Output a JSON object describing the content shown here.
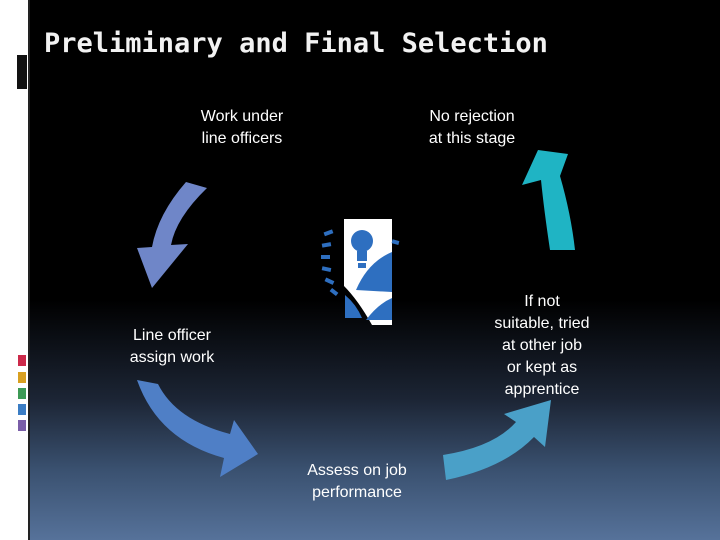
{
  "slide": {
    "title": "Preliminary and Final Selection"
  },
  "diagram": {
    "steps": [
      {
        "id": "work-under-line-officers",
        "text": "Work under\nline officers"
      },
      {
        "id": "no-rejection",
        "text": "No rejection\nat this stage"
      },
      {
        "id": "if-not-suitable",
        "text": "If not\nsuitable, tried\nat other job\nor kept as\napprentice"
      },
      {
        "id": "assess-on-job",
        "text": "Assess on job\nperformance"
      },
      {
        "id": "line-officer-assign",
        "text": "Line officer\nassign work"
      }
    ],
    "arrow_colors": {
      "top_left": "#6f86c8",
      "bottom_left": "#4f7fc6",
      "bottom_right": "#4aa0c8",
      "top_right": "#1fb4c4"
    },
    "center_icon": "lightbulb-idea-icon"
  },
  "theme": {
    "accent_ticks": [
      "#cc2a4a",
      "#d9a020",
      "#3d9a55",
      "#3b7dc4",
      "#7a5ea8"
    ]
  }
}
